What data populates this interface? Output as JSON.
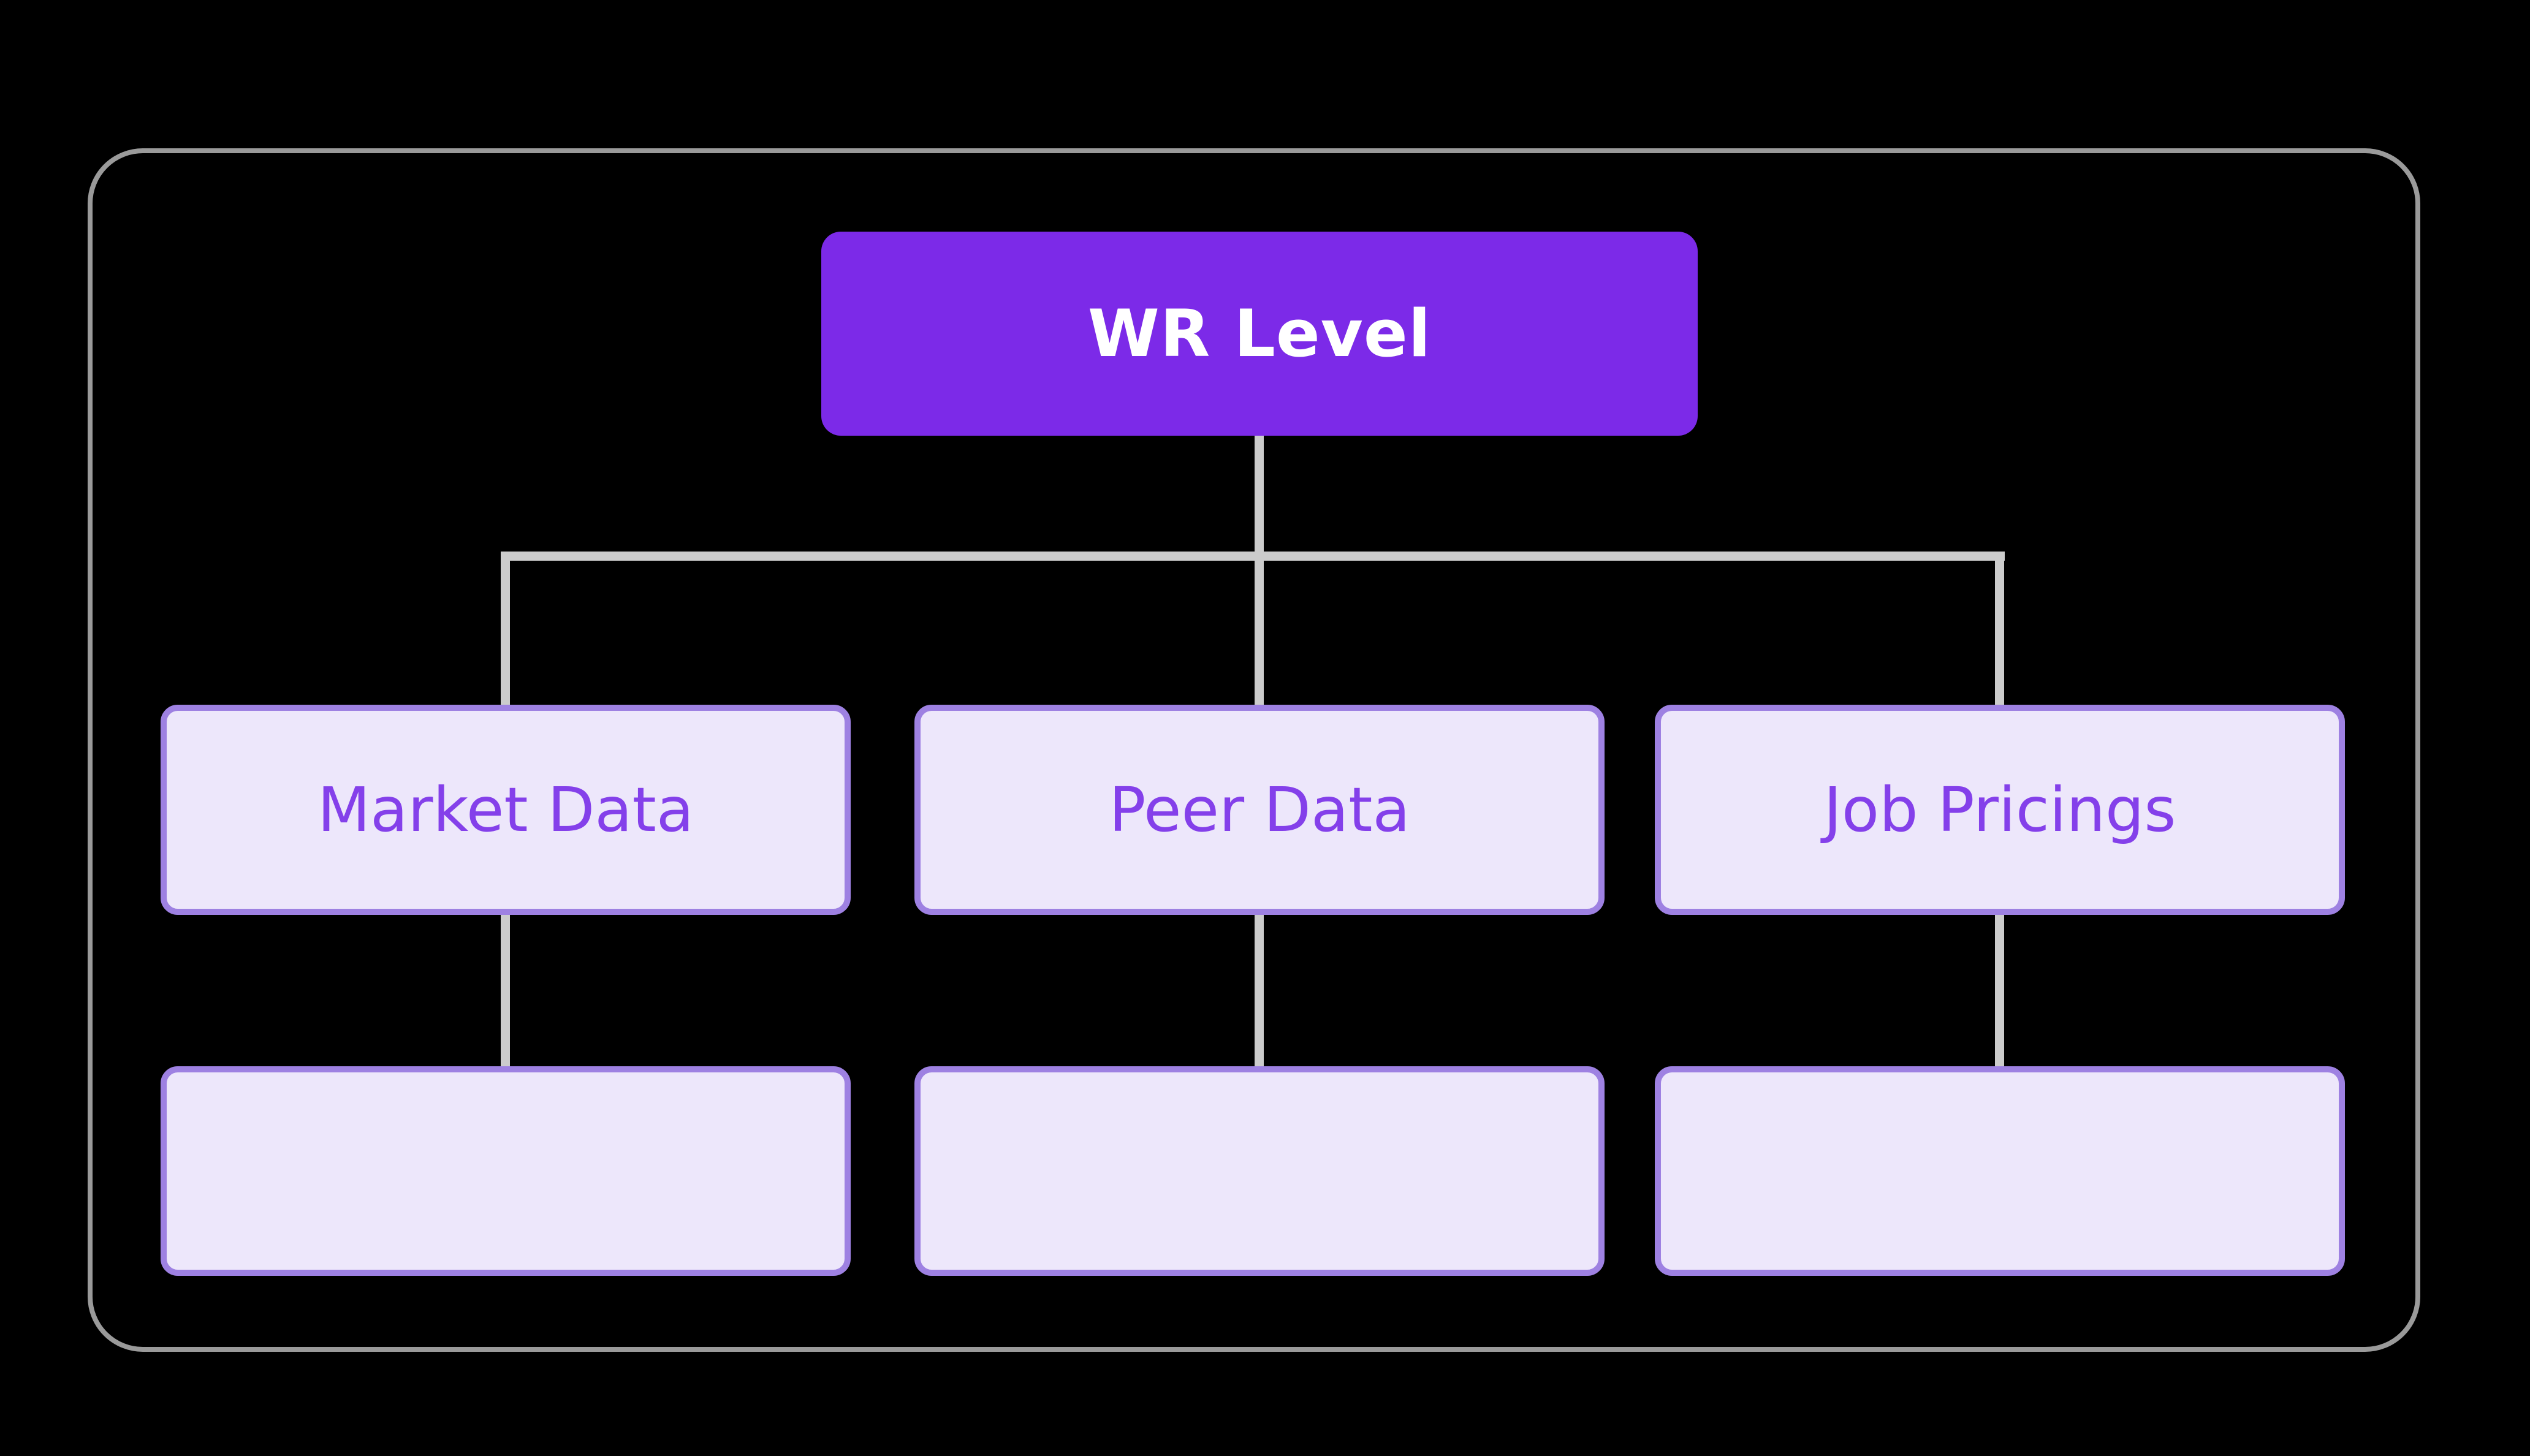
{
  "diagram": {
    "type": "hierarchy",
    "root": {
      "label": "WR Level"
    },
    "children": [
      {
        "label": "Market Data",
        "has_empty_child": true
      },
      {
        "label": "Peer Data",
        "has_empty_child": true
      },
      {
        "label": "Job Pricings",
        "has_empty_child": true
      }
    ]
  },
  "colors": {
    "bg": "#000000",
    "frame": "#9A9A9A",
    "line": "#CCCCCC",
    "accent": "#7C2AE8",
    "node-fill": "#EDE7FB",
    "node-border": "#9E81E2",
    "node-text": "#8440EA"
  }
}
